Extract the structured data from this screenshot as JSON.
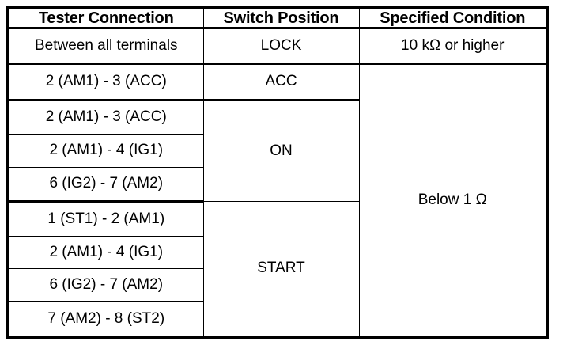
{
  "table": {
    "headers": [
      "Tester Connection",
      "Switch Position",
      "Specified Condition"
    ],
    "rows": [
      {
        "tester_connection": "Between all terminals",
        "switch_position": "LOCK",
        "specified_condition": "10 kΩ or higher"
      },
      {
        "tester_connection": "2 (AM1) - 3 (ACC)",
        "switch_position": "ACC",
        "specified_condition": "Below 1 Ω"
      },
      {
        "tester_connection": "2 (AM1) - 3 (ACC)",
        "switch_position": "ON",
        "specified_condition": ""
      },
      {
        "tester_connection": "2 (AM1) - 4 (IG1)",
        "switch_position": "",
        "specified_condition": ""
      },
      {
        "tester_connection": "6 (IG2) - 7 (AM2)",
        "switch_position": "",
        "specified_condition": ""
      },
      {
        "tester_connection": "1 (ST1) - 2 (AM1)",
        "switch_position": "START",
        "specified_condition": ""
      },
      {
        "tester_connection": "2 (AM1) - 4 (IG1)",
        "switch_position": "",
        "specified_condition": ""
      },
      {
        "tester_connection": "6 (IG2) - 7 (AM2)",
        "switch_position": "",
        "specified_condition": ""
      },
      {
        "tester_connection": "7 (AM2) - 8 (ST2)",
        "switch_position": "",
        "specified_condition": ""
      }
    ],
    "merged_switch_positions": [
      {
        "label": "LOCK",
        "rowspan": 1
      },
      {
        "label": "ACC",
        "rowspan": 1
      },
      {
        "label": "ON",
        "rowspan": 3
      },
      {
        "label": "START",
        "rowspan": 4
      }
    ],
    "merged_conditions": [
      {
        "label": "10 kΩ or higher",
        "rowspan": 1
      },
      {
        "label": "Below 1 Ω",
        "rowspan": 8
      }
    ],
    "colors": {
      "border": "#000000",
      "text": "#000000",
      "background": "#ffffff"
    }
  }
}
